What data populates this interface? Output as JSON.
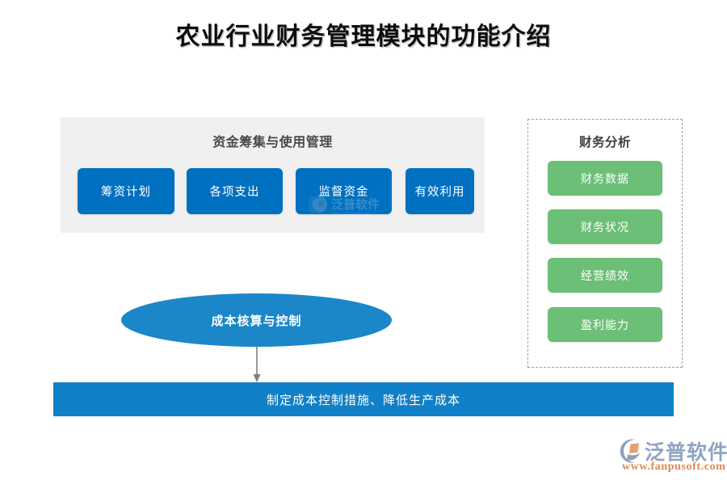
{
  "page": {
    "title": "农业行业财务管理模块的功能介绍",
    "background_color": "#ffffff"
  },
  "funds_panel": {
    "title": "资金筹集与使用管理",
    "background_color": "#f0f0f0",
    "button_color": "#0070c0",
    "buttons": [
      {
        "label": "筹资计划"
      },
      {
        "label": "各项支出"
      },
      {
        "label": "监督资金"
      },
      {
        "label": "有效利用"
      }
    ]
  },
  "analysis_panel": {
    "title": "财务分析",
    "border_style": "dashed",
    "border_color": "#9aa0a6",
    "button_color": "#6cbf76",
    "buttons": [
      {
        "label": "财务数据"
      },
      {
        "label": "财务状况"
      },
      {
        "label": "经营绩效"
      },
      {
        "label": "盈利能力"
      }
    ]
  },
  "cost_flow": {
    "ellipse_label": "成本核算与控制",
    "ellipse_color": "#1b87c9",
    "arrow_color": "#808080",
    "arrow_icon": "arrow-down-icon",
    "bar_label": "制定成本控制措施、降低生产成本",
    "bar_color": "#1080c8"
  },
  "watermark": {
    "text": "泛普软件",
    "icon": "fanpu-logo-icon"
  },
  "brand": {
    "name": "泛普软件",
    "url": "www.fanpusoft.com",
    "icon": "fanpu-logo-icon",
    "name_color": "#8fa4c2",
    "url_color": "#e08a52"
  }
}
